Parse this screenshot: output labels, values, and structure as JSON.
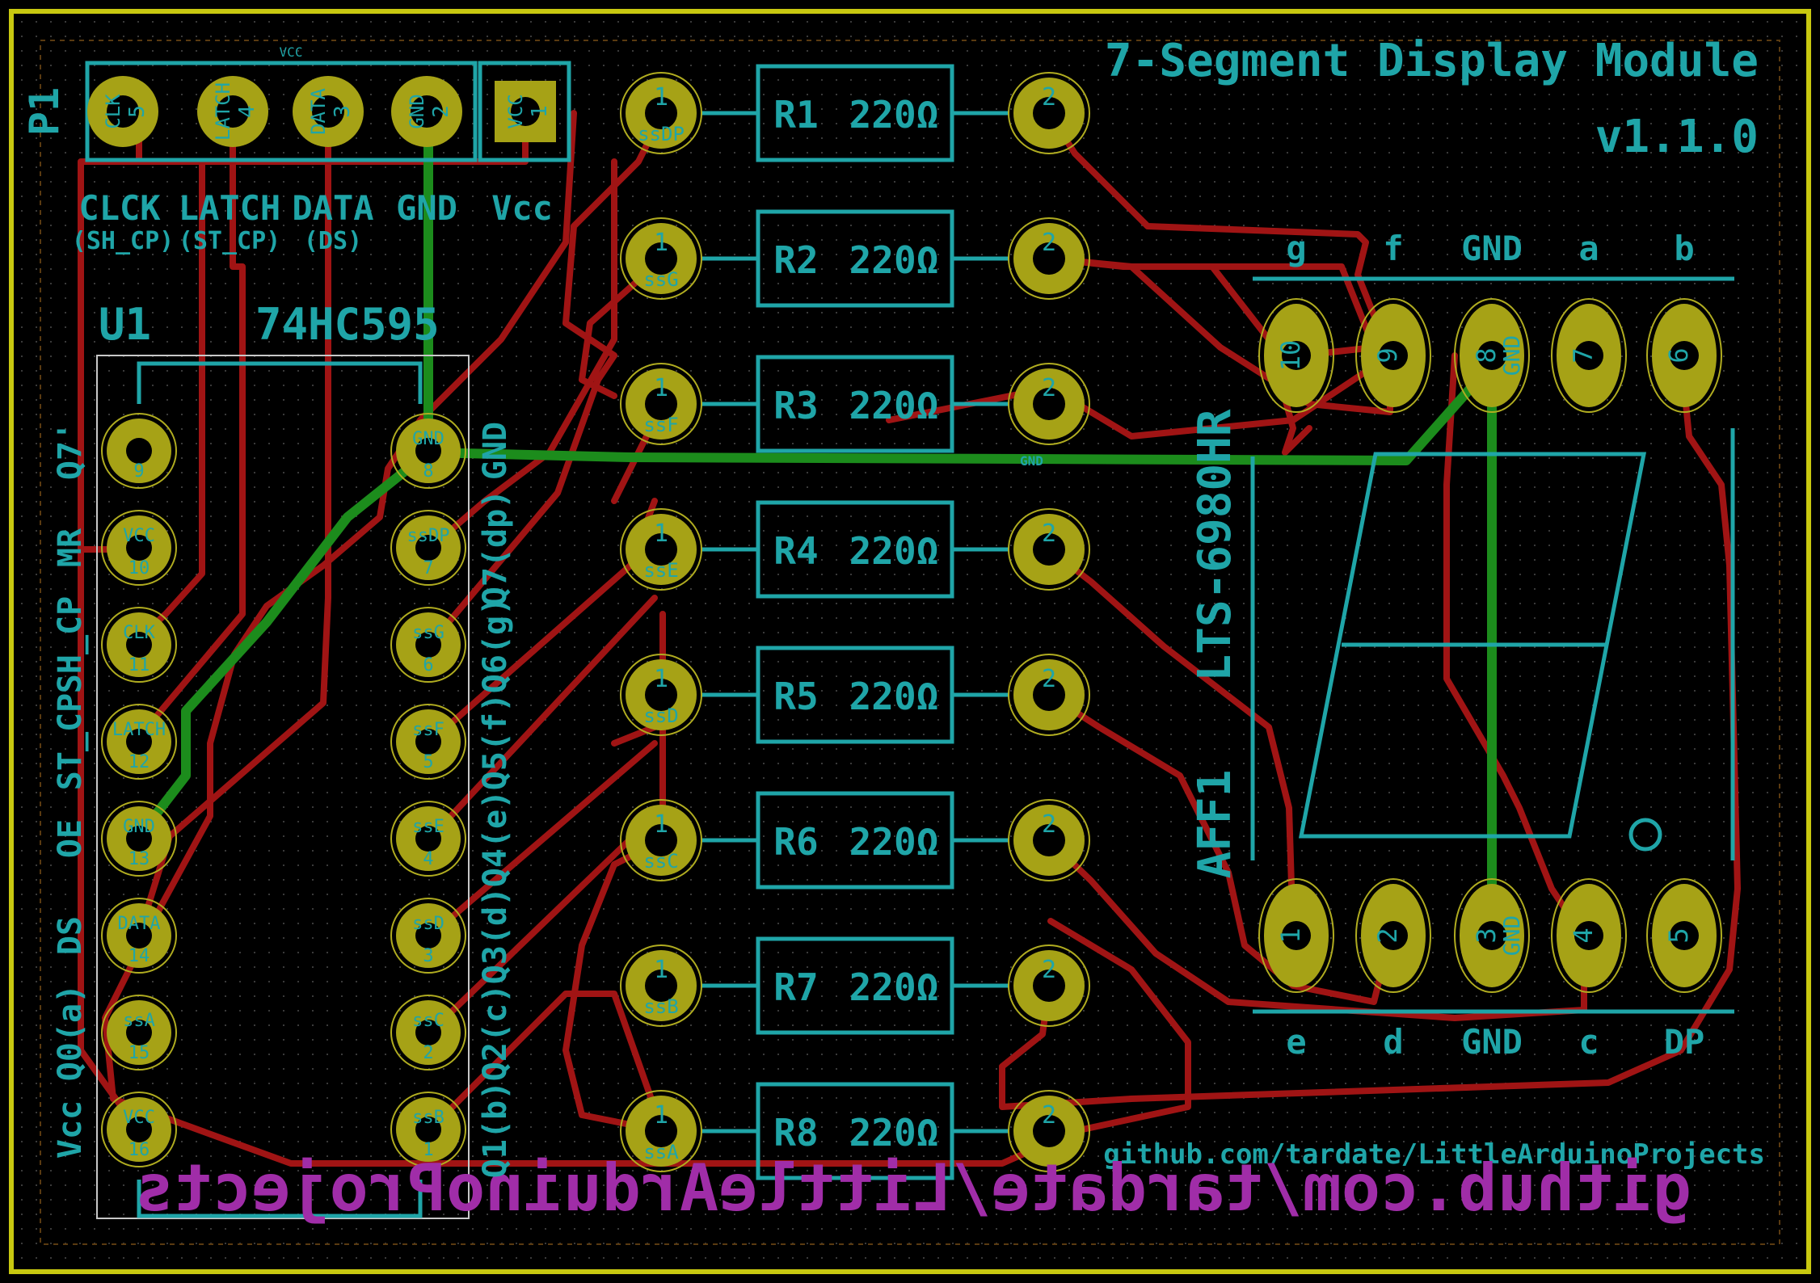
{
  "title": "7-Segment Display Module",
  "version": "v1.1.0",
  "url_text": "github.com/tardate/LittleArduinoProjects",
  "back_url_text": "github.com/tardate/LittleArduinoProjects",
  "colors": {
    "background": "#000000",
    "edge": "#c8c810",
    "silkscreen": "#1fa5a8",
    "pad": "#a6a216",
    "copper_front": "#a01414",
    "copper_back": "#1c8c1c",
    "back_silk": "#a02da8"
  },
  "header": {
    "ref": "P1",
    "pins": [
      {
        "num": "5",
        "net": "CLK"
      },
      {
        "num": "4",
        "net": "LATCH"
      },
      {
        "num": "3",
        "net": "DATA"
      },
      {
        "num": "2",
        "net": "GND"
      },
      {
        "num": "1",
        "net": "VCC"
      }
    ],
    "labels": [
      "CLCK",
      "LATCH",
      "DATA",
      "GND",
      "Vcc"
    ],
    "sublabels": [
      "(SH_CP)",
      "(ST_CP)",
      "(DS)"
    ],
    "net_vcc": "VCC"
  },
  "ic": {
    "ref": "U1",
    "part": "74HC595",
    "left_pins": [
      {
        "num": "9",
        "net": "",
        "label": "Q7'"
      },
      {
        "num": "10",
        "net": "VCC",
        "label": "MR"
      },
      {
        "num": "11",
        "net": "CLK",
        "label": "SH_CP"
      },
      {
        "num": "12",
        "net": "LATCH",
        "label": "ST_CP"
      },
      {
        "num": "13",
        "net": "GND",
        "label": "OE"
      },
      {
        "num": "14",
        "net": "DATA",
        "label": "DS"
      },
      {
        "num": "15",
        "net": "ssA",
        "label": "Q0(a)"
      },
      {
        "num": "16",
        "net": "VCC",
        "label": "Vcc"
      }
    ],
    "right_pins": [
      {
        "num": "8",
        "net": "GND",
        "label": "GND"
      },
      {
        "num": "7",
        "net": "ssDP",
        "label": "Q7(dp)"
      },
      {
        "num": "6",
        "net": "ssG",
        "label": "Q6(g)"
      },
      {
        "num": "5",
        "net": "ssF",
        "label": "Q5(f)"
      },
      {
        "num": "4",
        "net": "ssE",
        "label": "Q4(e)"
      },
      {
        "num": "3",
        "net": "ssD",
        "label": "Q3(d)"
      },
      {
        "num": "2",
        "net": "ssC",
        "label": "Q2(c)"
      },
      {
        "num": "1",
        "net": "ssB",
        "label": "Q1(b)"
      }
    ]
  },
  "resistors": [
    {
      "ref": "R1",
      "value": "220Ω",
      "net": "ssDP"
    },
    {
      "ref": "R2",
      "value": "220Ω",
      "net": "ssG"
    },
    {
      "ref": "R3",
      "value": "220Ω",
      "net": "ssF"
    },
    {
      "ref": "R4",
      "value": "220Ω",
      "net": "ssE"
    },
    {
      "ref": "R5",
      "value": "220Ω",
      "net": "ssD"
    },
    {
      "ref": "R6",
      "value": "220Ω",
      "net": "ssC"
    },
    {
      "ref": "R7",
      "value": "220Ω",
      "net": "ssB"
    },
    {
      "ref": "R8",
      "value": "220Ω",
      "net": "ssA"
    }
  ],
  "resistor_pin_labels": [
    "1",
    "2"
  ],
  "display": {
    "ref": "AFF1",
    "part": "LTS-6980HR",
    "top_labels": [
      "g",
      "f",
      "GND",
      "a",
      "b"
    ],
    "top_pins": [
      "10",
      "9",
      "8",
      "7",
      "6"
    ],
    "bottom_labels": [
      "e",
      "d",
      "GND",
      "c",
      "DP"
    ],
    "bottom_pins": [
      "1",
      "2",
      "3",
      "4",
      "5"
    ],
    "gnd_pad_net": "GND"
  },
  "net_labels": {
    "gnd": "GND"
  }
}
